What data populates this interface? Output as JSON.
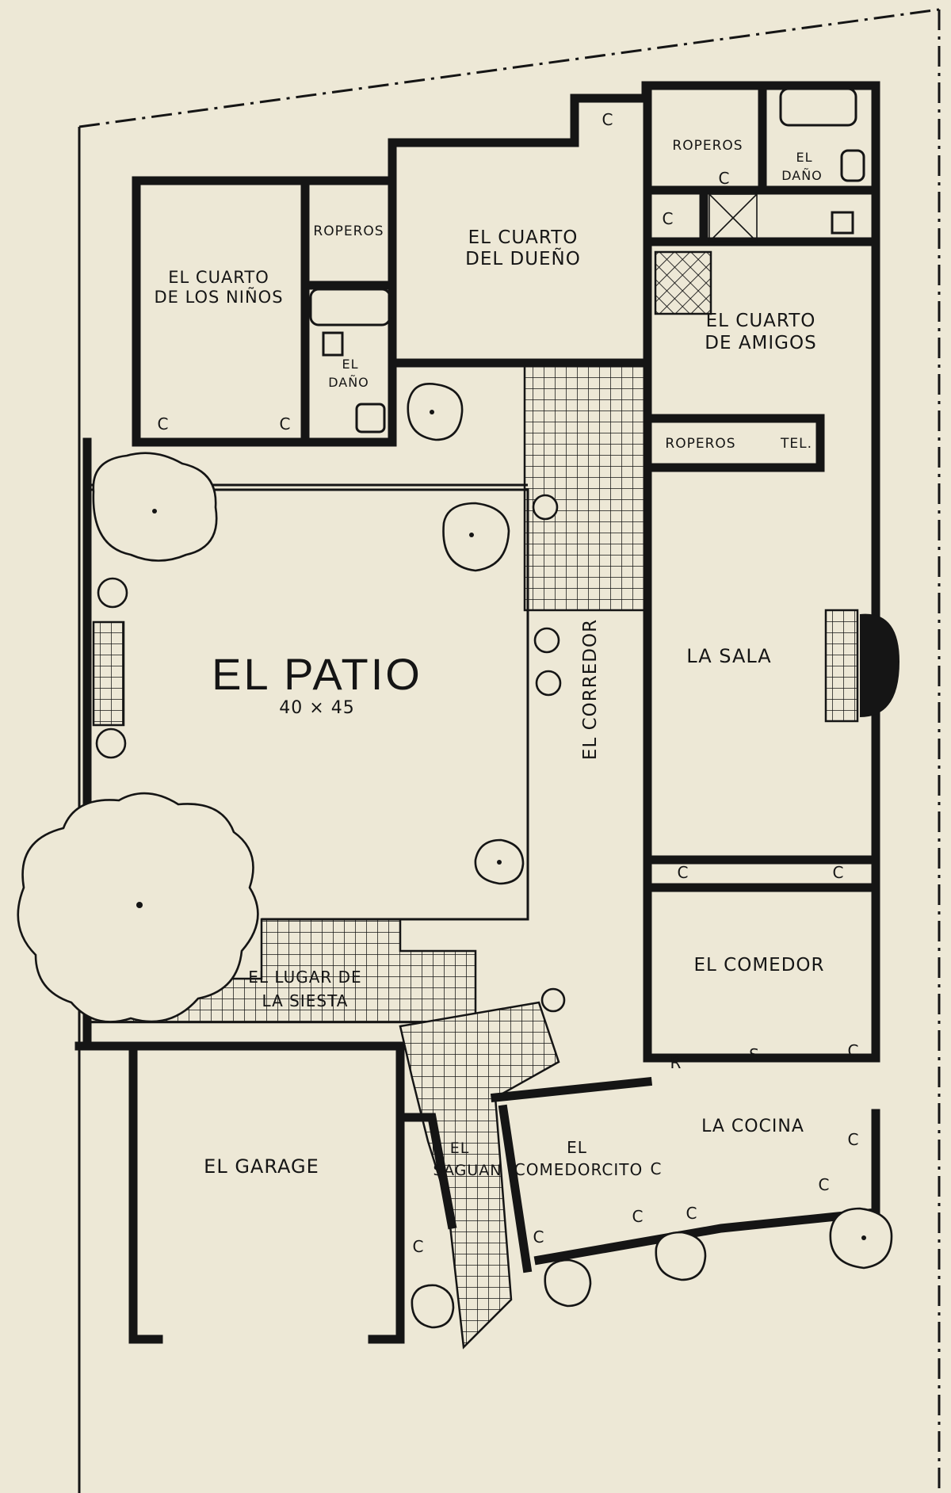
{
  "rooms": {
    "patio": "EL PATIO",
    "patio_size": "40 × 45",
    "ninos_1": "EL CUARTO",
    "ninos_2": "DE LOS NIÑOS",
    "dueno_1": "EL CUARTO",
    "dueno_2": "DEL DUEÑO",
    "amigos_1": "EL CUARTO",
    "amigos_2": "DE AMIGOS",
    "roperos": "ROPEROS",
    "bano_1": "EL",
    "bano_2": "DAÑO",
    "tel": "TEL.",
    "corredor": "EL CORREDOR",
    "sala": "LA SALA",
    "comedor": "EL COMEDOR",
    "cocina": "LA COCINA",
    "comedorcito_1": "EL",
    "comedorcito_2": "COMEDORCITO",
    "saguan_1": "EL",
    "saguan_2": "SAGUAN",
    "siesta_1": "EL LUGAR DE",
    "siesta_2": "LA SIESTA",
    "garage": "EL GARAGE"
  },
  "fixtures": {
    "closet": "C",
    "refrigerator": "R",
    "sink": "S"
  }
}
